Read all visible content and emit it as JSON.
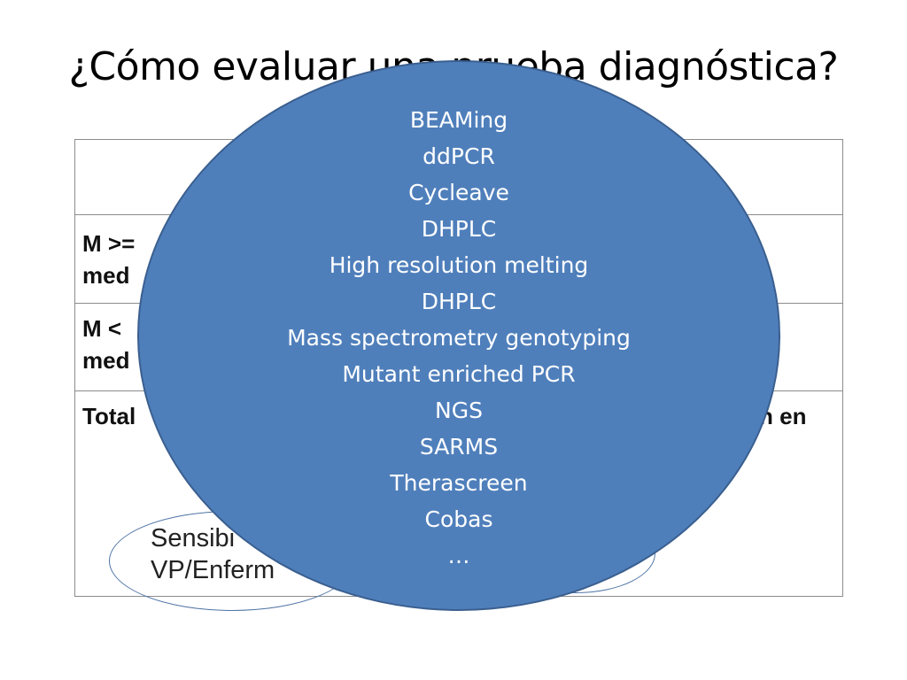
{
  "slide": {
    "title": "¿Cómo evaluar una prueba diagnóstica?"
  },
  "table": {
    "rows": [
      {
        "label": ""
      },
      {
        "label_line1": "M >=",
        "label_line2": "med"
      },
      {
        "label_line1": "M <",
        "label_line2": "med",
        "right_text": "."
      },
      {
        "label_line1": "Total",
        "right_text": "n en"
      }
    ],
    "sensitivity_formula": {
      "line1": "Sensibi",
      "line2": "VP/Enferm"
    }
  },
  "methods": [
    "BEAMing",
    "ddPCR",
    "Cycleave",
    "DHPLC",
    "High resolution melting",
    "DHPLC",
    "Mass spectrometry genotyping",
    "Mutant enriched PCR",
    "NGS",
    "SARMS",
    "Therascreen",
    "Cobas",
    "…"
  ],
  "colors": {
    "ellipse_fill": "#4f7fbb",
    "ellipse_border": "#3a5f8f",
    "outline_ellipse": "#4f74a6"
  }
}
